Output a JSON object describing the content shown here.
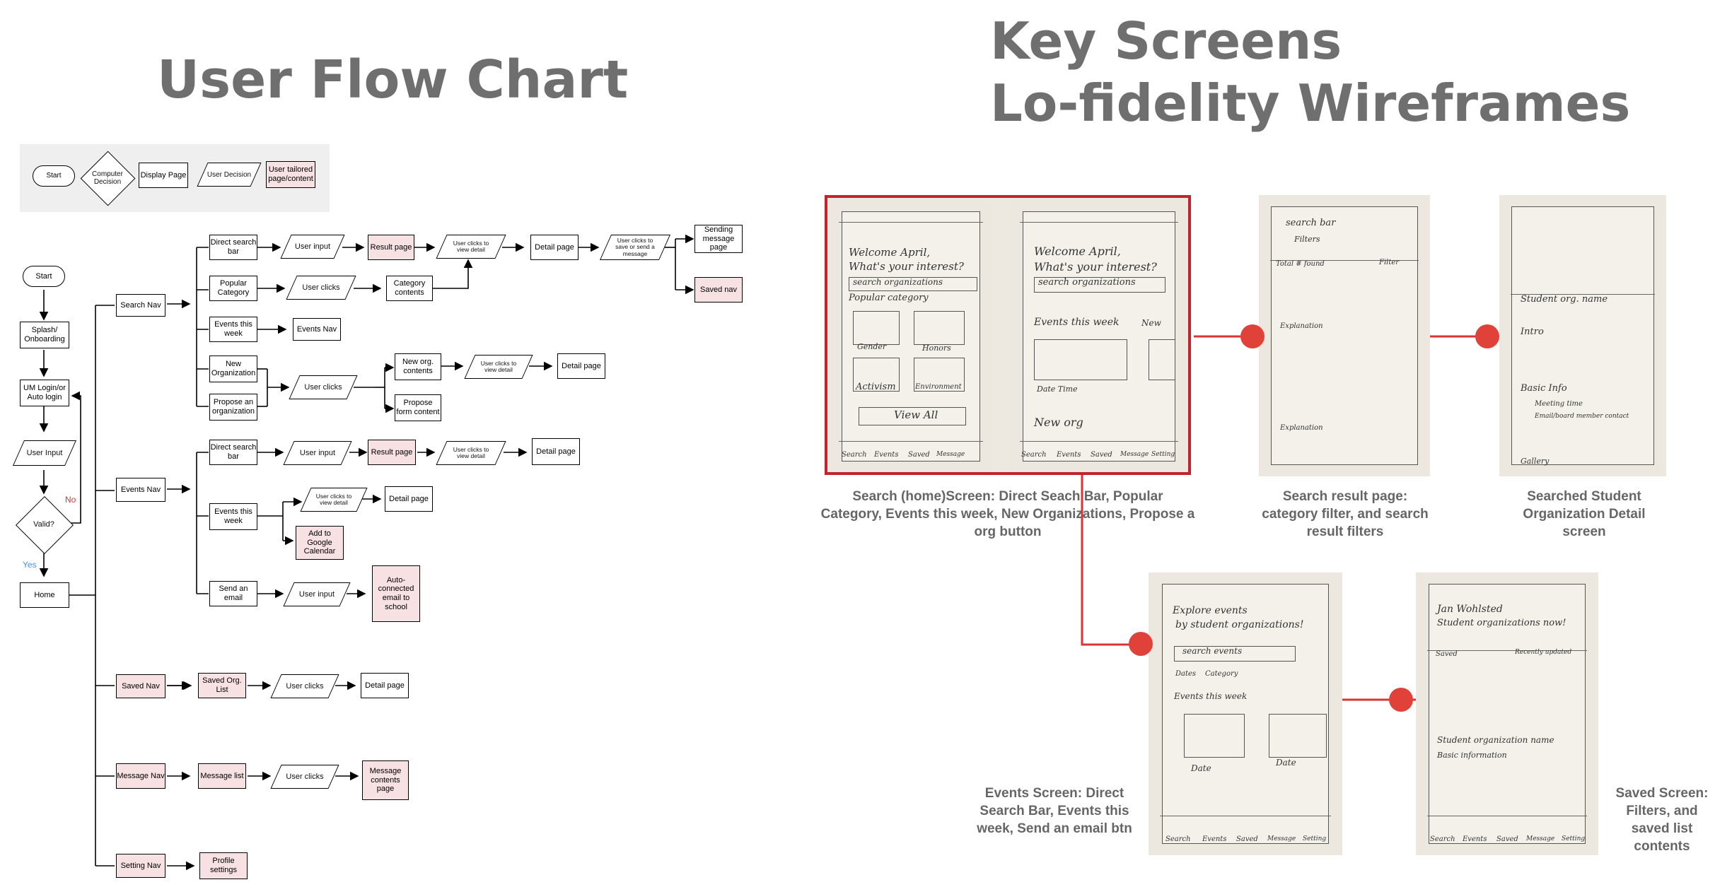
{
  "titles": {
    "flow_chart": "User Flow Chart",
    "screens_line1": "Key Screens",
    "screens_line2": "Lo-fidelity Wireframes"
  },
  "legend": {
    "start": "Start",
    "computer_decision": "Computer Decision",
    "display_page": "Display Page",
    "user_decision": "User Decision",
    "user_tailored": "User tailored page/content"
  },
  "flow": {
    "start": "Start",
    "splash": "Splash/ Onboarding",
    "login": "UM Login/or Auto login",
    "user_input": "User Input",
    "valid": "Valid?",
    "no": "No",
    "yes": "Yes",
    "home": "Home",
    "search_nav": "Search Nav",
    "events_nav": "Events Nav",
    "saved_nav": "Saved Nav",
    "message_nav": "Message Nav",
    "setting_nav": "Setting Nav",
    "s_direct": "Direct search bar",
    "s_user_input": "User input",
    "s_result": "Result page",
    "s_clicks_detail": "User clicks to view detail",
    "s_detail": "Detail page",
    "s_clicks_save": "User clicks to save or send a message",
    "s_sending": "Sending message page",
    "s_saved": "Saved nav",
    "s_popular": "Popular Category",
    "s_user_clicks": "User clicks",
    "s_category": "Category contents",
    "s_events_week": "Events this week",
    "s_events_nav": "Events Nav",
    "s_new_org": "New Organization",
    "s_propose": "Propose an organization",
    "s_user_clicks2": "User clicks",
    "s_new_org_contents": "New org. contents",
    "s_clicks_detail2": "User clicks to view detail",
    "s_detail2": "Detail page",
    "s_propose_form": "Propose form content",
    "e_direct": "Direct search bar",
    "e_user_input": "User input",
    "e_result": "Result page",
    "e_clicks_detail": "User clicks to view detail",
    "e_detail": "Detail page",
    "e_events_week": "Events this week",
    "e_clicks_detail2": "User clicks to view detail",
    "e_detail2": "Detail page",
    "e_calendar": "Add to Google Calendar",
    "e_send": "Send an email",
    "e_user_input2": "User input",
    "e_auto": "Auto-connected email to school",
    "sv_list": "Saved Org. List",
    "sv_clicks": "User clicks",
    "sv_detail": "Detail page",
    "m_list": "Message list",
    "m_clicks": "User clicks",
    "m_contents": "Message contents page",
    "st_profile": "Profile settings"
  },
  "sketches": {
    "home1_a": "Welcome April,",
    "home1_b": "What's your interest?",
    "home1_search": "search organizations",
    "home1_popular": "Popular category",
    "home1_c1": "Gender",
    "home1_c2": "Honors",
    "home1_c3": "Activism",
    "home1_c4": "Environment",
    "home1_viewall": "View All",
    "home2_a": "Welcome April,",
    "home2_b": "What's your interest?",
    "home2_search": "search organizations",
    "home2_events": "Events this week",
    "home2_new": "New",
    "home2_date": "Date Time",
    "home2_neworg": "New org",
    "tab_search": "Search",
    "tab_events": "Events",
    "tab_saved": "Saved",
    "tab_message": "Message",
    "tab_setting": "Setting",
    "result_top": "search bar",
    "result_filters": "Filters",
    "result_total": "Total # found",
    "result_filter": "Filter",
    "result_expl1": "Explanation",
    "result_expl2": "Explanation",
    "detail_name": "Student org. name",
    "detail_intro": "Intro",
    "detail_basic": "Basic Info",
    "detail_meeting": "Meeting time",
    "detail_email": "Email/board member contact",
    "detail_gallery": "Gallery",
    "events_a": "Explore events",
    "events_b": "by student organizations!",
    "events_search": "search events",
    "events_f1": "Dates",
    "events_f2": "Category",
    "events_week": "Events this week",
    "events_date1": "Date",
    "events_date2": "Date",
    "saved_a": "Jan Wohlsted",
    "saved_b": "Student organizations now!",
    "saved_filter": "Saved",
    "saved_recent": "Recently updated",
    "saved_name": "Student organization name",
    "saved_info": "Basic information"
  },
  "captions": {
    "home": "Search (home)Screen: Direct Seach Bar, Popular Category, Events this week, New Organizations, Propose a org button",
    "result": "Search result page: category filter, and search result filters",
    "detail": "Searched Student Organization Detail screen",
    "events": "Events Screen: Direct Search Bar, Events this week, Send an email btn",
    "saved": "Saved Screen: Filters, and saved list contents"
  },
  "colors": {
    "title_gray": "#6f6f6f",
    "tailored_pink": "#f7e1e3",
    "connector_red": "#e0423a",
    "highlight_red": "#c0242f",
    "yes_blue": "#4a90e2",
    "no_red": "#d33333"
  }
}
